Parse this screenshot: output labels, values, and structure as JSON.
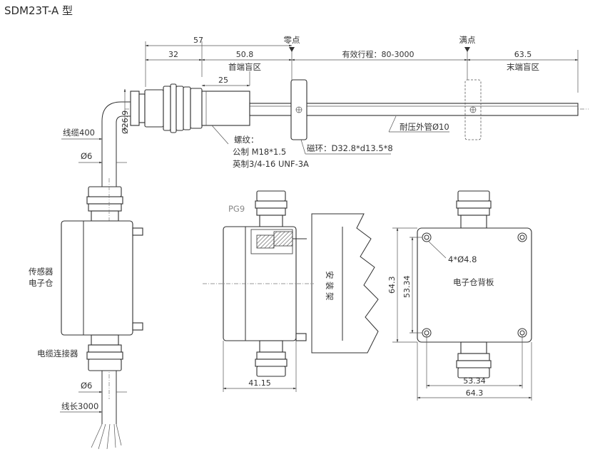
{
  "title": "SDM23T-A 型",
  "top_view": {
    "dim_57": "57",
    "dim_32": "32",
    "dim_50_8": "50.8",
    "dim_25": "25",
    "dim_63_5": "63.5",
    "zero_point": "零点",
    "full_point": "满点",
    "head_blind_zone": "首端盲区",
    "effective_stroke": "有效行程：80-3000",
    "tail_blind_zone": "末端盲区",
    "dia_26_9": "Ø26.9",
    "cable_400": "线缆400",
    "dia_6_top": "Ø6",
    "thread_title": "螺纹：",
    "thread_metric": "公制 M18*1.5",
    "thread_imperial": "英制3/4-16 UNF-3A",
    "magnet_ring": "磁环：D32.8*d13.5*8",
    "outer_tube": "耐压外管Ø10"
  },
  "left_view": {
    "sensor_label_1": "传感器",
    "sensor_label_2": "电子仓",
    "connector_label": "电缆连接器",
    "dia_6_bottom": "Ø6",
    "cable_length": "线长3000"
  },
  "side_view": {
    "pg9": "PG9",
    "mount_1": "安",
    "mount_2": "装",
    "mount_3": "架",
    "dim_41_15": "41.15"
  },
  "back_view": {
    "holes": "4*Ø4.8",
    "back_plate": "电子仓背板",
    "dim_64_3_v": "64.3",
    "dim_53_34_v": "53.34",
    "dim_53_34_h": "53.34",
    "dim_64_3_h": "64.3"
  }
}
